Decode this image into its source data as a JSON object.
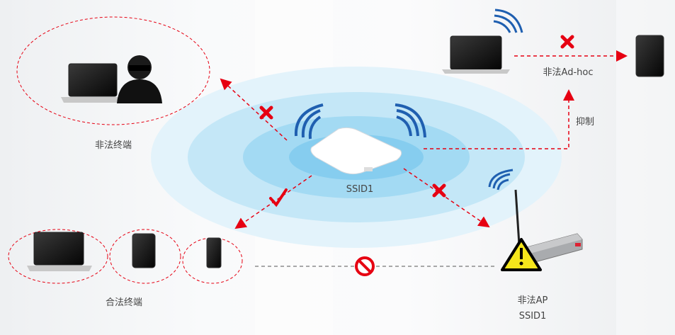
{
  "labels": {
    "illegal_terminal": "非法终端",
    "legal_terminal": "合法终端",
    "ssid": "SSID1",
    "illegal_adhoc": "非法Ad-hoc",
    "suppress": "抑制",
    "rogue_ap_line1": "非法AP",
    "rogue_ap_line2": "SSID1"
  },
  "colors": {
    "arrow_red": "#e60012",
    "coverage_blue": "#8fd3f0",
    "wifi_blue": "#1f5fb0",
    "warning_yellow": "#f5e61b"
  }
}
